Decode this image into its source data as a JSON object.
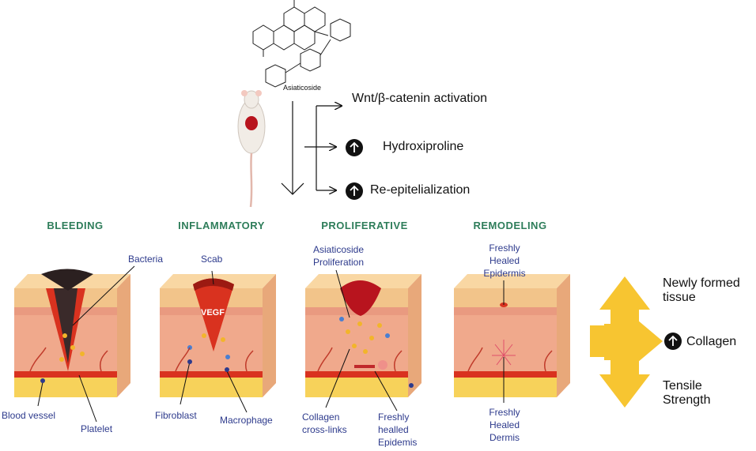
{
  "compound": {
    "name": "Asiaticoside"
  },
  "effects": {
    "wnt": "Wnt/β-catenin activation",
    "hydroxiproline": "Hydroxiproline",
    "reepi": "Re-epitelialization",
    "up_icon": "arrow-up-circle-icon"
  },
  "stages": {
    "bleeding": "BLEEDING",
    "inflammatory": "INFLAMMATORY",
    "proliferative": "PROLIFERATIVE",
    "remodeling": "REMODELING"
  },
  "labels": {
    "bacteria": "Bacteria",
    "blood_vessel": "Blood vessel",
    "platelet": "Platelet",
    "scab": "Scab",
    "vegf": "VEGF",
    "fibroblast": "Fibroblast",
    "macrophage": "Macrophage",
    "asia_prolif_1": "Asiaticoside",
    "asia_prolif_2": "Proliferation",
    "collagen_cross_1": "Collagen",
    "collagen_cross_2": "cross-links",
    "fresh_epi_1": "Freshly",
    "fresh_epi_2": "healled",
    "fresh_epi_3": "Epidemis",
    "healed_epi_1": "Freshly",
    "healed_epi_2": "Healed",
    "healed_epi_3": "Epidermis",
    "healed_derm_1": "Freshly",
    "healed_derm_2": "Healed",
    "healed_derm_3": "Dermis"
  },
  "outcomes": {
    "newly_1": "Newly formed",
    "newly_2": "tissue",
    "collagen": "Collagen",
    "tensile_1": "Tensile",
    "tensile_2": "Strength"
  },
  "colors": {
    "stage_title": "#2e7d5a",
    "cell_label": "#2d3a8c",
    "skin_top": "#f2c48a",
    "dermis": "#f0a98c",
    "blood": "#d9321f",
    "fat": "#f7d25a",
    "arrow_gold": "#f7c531"
  }
}
